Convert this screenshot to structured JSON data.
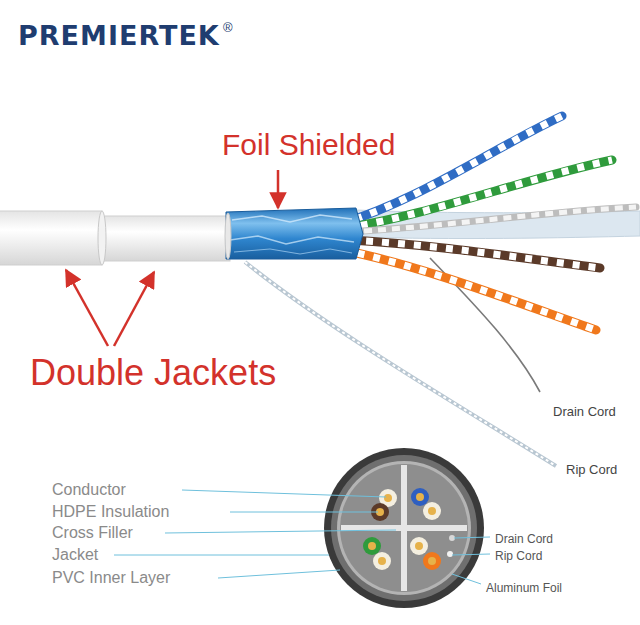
{
  "diagram": {
    "labels": [
      "PREMIERTEK",
      "®",
      "Foil Shielded",
      "Double Jackets",
      "Drain Cord",
      "Rip Cord",
      "Conductor",
      "HDPE Insulation",
      "Cross Filler",
      "Jacket",
      "PVC Inner Layer",
      "Drain Cord",
      "Rip Cord",
      "Aluminum Foil"
    ]
  }
}
